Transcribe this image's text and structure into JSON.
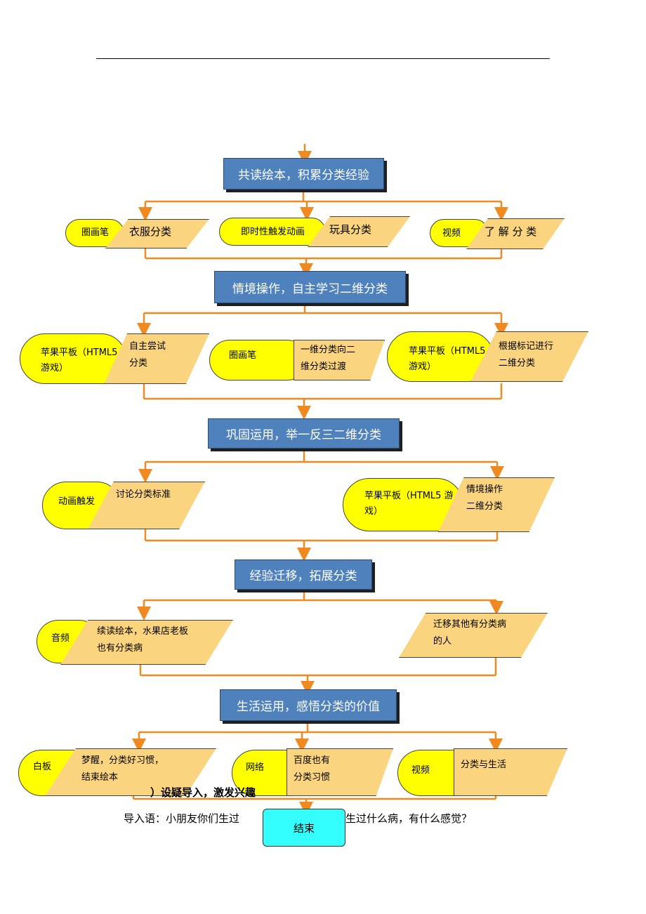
{
  "stages": [
    "共读绘本，积累分类经验",
    "情境操作，自主学习二维分类",
    "巩固运用，举一反三二维分类",
    "经验迁移，拓展分类",
    "生活运用，感悟分类的价值"
  ],
  "row1": [
    {
      "tool": "圈画笔",
      "task": "衣服分类"
    },
    {
      "tool": "即时性触发动画",
      "task": "玩具分类"
    },
    {
      "tool": "视频",
      "task": "了 解 分 类"
    }
  ],
  "row2": [
    {
      "tool_l1": "苹果平板（HTML5",
      "tool_l2": "游戏）",
      "task_l1": "自主尝试",
      "task_l2": "分类"
    },
    {
      "tool": "圈画笔",
      "task_l1": "一维分类向二",
      "task_l2": "维分类过渡"
    },
    {
      "tool_l1": "苹果平板（HTML5",
      "tool_l2": "游戏）",
      "task_l1": "根据标记进行",
      "task_l2": "二维分类"
    }
  ],
  "row3": [
    {
      "tool": "动画触发",
      "task": "讨论分类标准"
    },
    {
      "tool_l1": "苹果平板（HTML5 游",
      "tool_l2": "戏）",
      "task_l1": "情境操作",
      "task_l2": "二维分类"
    }
  ],
  "row4": [
    {
      "tool": "音频",
      "task_l1": "续读绘本，水果店老板",
      "task_l2": "也有分类病"
    },
    {
      "task_l1": "迁移其他有分类病",
      "task_l2": "的人"
    }
  ],
  "row5": [
    {
      "tool": "白板",
      "task_l1": "梦醒，分类好习惯，",
      "task_l2": "结束绘本"
    },
    {
      "tool": "网络",
      "task_l1": "百度也有",
      "task_l2": "分类习惯"
    },
    {
      "tool": "视频",
      "task": "分类与生活"
    }
  ],
  "end": "结束",
  "footer": {
    "heading_partial": "）设疑导入，激发兴趣",
    "intro_left": "导入语：小朋友你们生过",
    "intro_right": "生过什么病，有什么感觉？"
  },
  "colors": {
    "stage": "#4f81bd",
    "pill": "#ffff00",
    "para": "#fad47e",
    "arrow": "#f0891f",
    "end": "#33ffff"
  }
}
